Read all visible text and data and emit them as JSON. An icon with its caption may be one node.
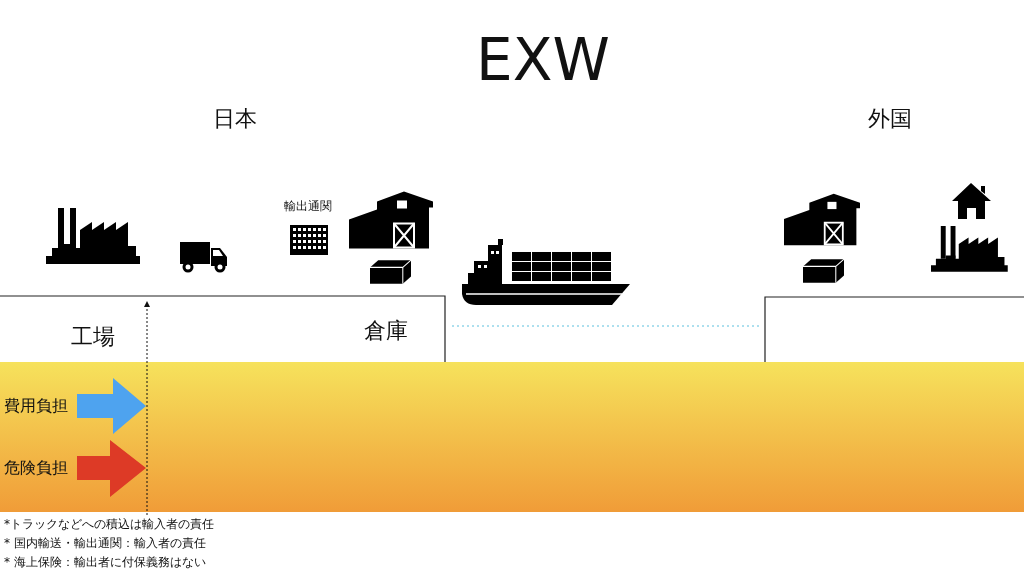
{
  "diagram": {
    "title": "EXW",
    "labels": [
      "日本",
      "外国",
      "輸出通関",
      "工場",
      "倉庫",
      "費用負担",
      "危険負担",
      "*トラックなどへの積込は輸入者の責任",
      "* 国内輸送・輸出通関：輸入者の責任",
      "* 海上保険：輸出者に付保義務はない"
    ]
  }
}
